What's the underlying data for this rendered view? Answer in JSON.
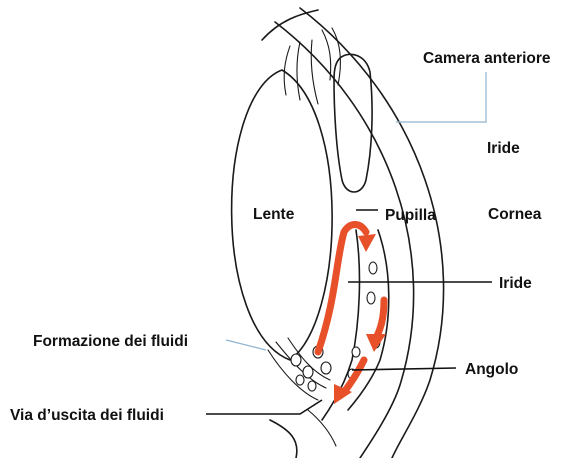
{
  "labels": {
    "camera_anteriore": "Camera anteriore",
    "iride_top": "Iride",
    "cornea": "Cornea",
    "lente": "Lente",
    "pupilla": "Pupilla",
    "iride_mid": "Iride",
    "formazione": "Formazione dei fluidi",
    "angolo": "Angolo",
    "via_uscita": "Via d’uscita dei fluidi"
  },
  "colors": {
    "arrow": "#e8502a",
    "ink": "#1a1a1a",
    "leader_blue": "#8fb3cf"
  }
}
